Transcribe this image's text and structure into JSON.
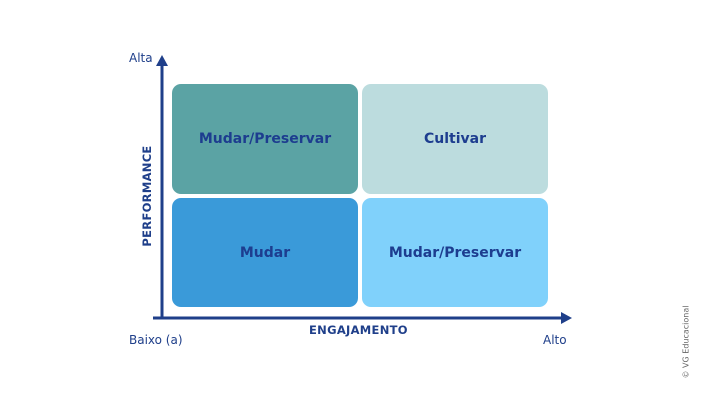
{
  "quadrants": {
    "top_left": "Mudar/Preservar",
    "top_right": "Cultivar",
    "bottom_left": "Mudar",
    "bottom_right": "Mudar/Preservar"
  },
  "y_axis": {
    "title": "PERFORMANCE",
    "high": "Alta"
  },
  "x_axis": {
    "title": "ENGAJAMENTO",
    "low": "Baixo (a)",
    "high": "Alto"
  },
  "credit": "© VG Educacional",
  "colors": {
    "top_left": "#5ba3a4",
    "top_right": "#bcdcde",
    "bottom_left": "#3a9ad9",
    "bottom_right": "#80d1fb",
    "axis": "#1f3f8a"
  }
}
